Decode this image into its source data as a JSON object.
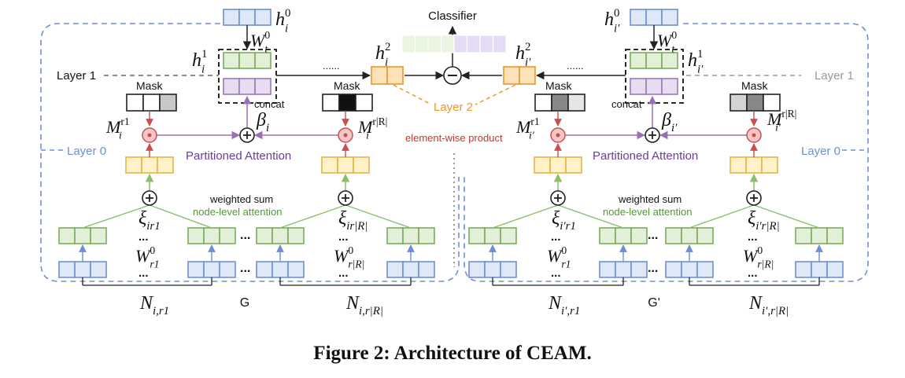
{
  "caption": "Figure 2: Architecture of CEAM.",
  "labels": {
    "classifier": "Classifier",
    "layer1": "Layer 1",
    "layer0": "Layer 0",
    "layer2": "Layer 2",
    "mask": "Mask",
    "concat": "concat",
    "partitioned_attention": "Partitioned Attention",
    "element_wise_product": "element-wise product",
    "weighted_sum": "weighted sum",
    "node_level_attention": "node-level attention",
    "dots_short": "......",
    "ellipsis": "...",
    "left_graph": "G",
    "right_graph": "G'"
  },
  "math": {
    "h": "h",
    "W": "W",
    "M": "M",
    "beta": "β",
    "xi": "ξ",
    "N": "N",
    "sup0": "0",
    "sup1": "1",
    "sup2": "2",
    "sub_i": "i",
    "sub_ip": "i′",
    "sub_t": "t",
    "sup_r1": "r1",
    "sup_rR": "r|R|",
    "sub_r1": "r1",
    "sub_rR": "r|R|",
    "sub_ir1": "ir1",
    "sub_irR": "ir|R|",
    "sub_ipr1": "i′r1",
    "sub_iprR": "i′r|R|",
    "sub_N_ir1": "i,r1",
    "sub_N_irR": "i,r|R|",
    "sub_N_ipr1": "i′,r1",
    "sub_N_iprR": "i′,r|R|"
  },
  "colors": {
    "blue_fill": "#dfe8f7",
    "blue_stroke": "#6f8fcf",
    "green_fill": "#e2efd9",
    "green_stroke": "#7aad5a",
    "yellow_fill": "#fff2c8",
    "yellow_stroke": "#e8b24a",
    "orange_fill": "#fde1b8",
    "orange_stroke": "#e69a2e",
    "purple_fill": "#e8dcf0",
    "purple_stroke": "#9a7ab8",
    "red_circle": "#f5c6c6",
    "red_stroke": "#c65050",
    "dashed_blue": "#6f8fcf",
    "layer2_orange": "#e69a2e",
    "purple_arrow": "#9a6fb8",
    "green_arrow": "#8dbf6a",
    "element_wise_red": "#c0392b",
    "classifier_green": "#e8f5e0",
    "classifier_purple": "#e4dcf5"
  }
}
